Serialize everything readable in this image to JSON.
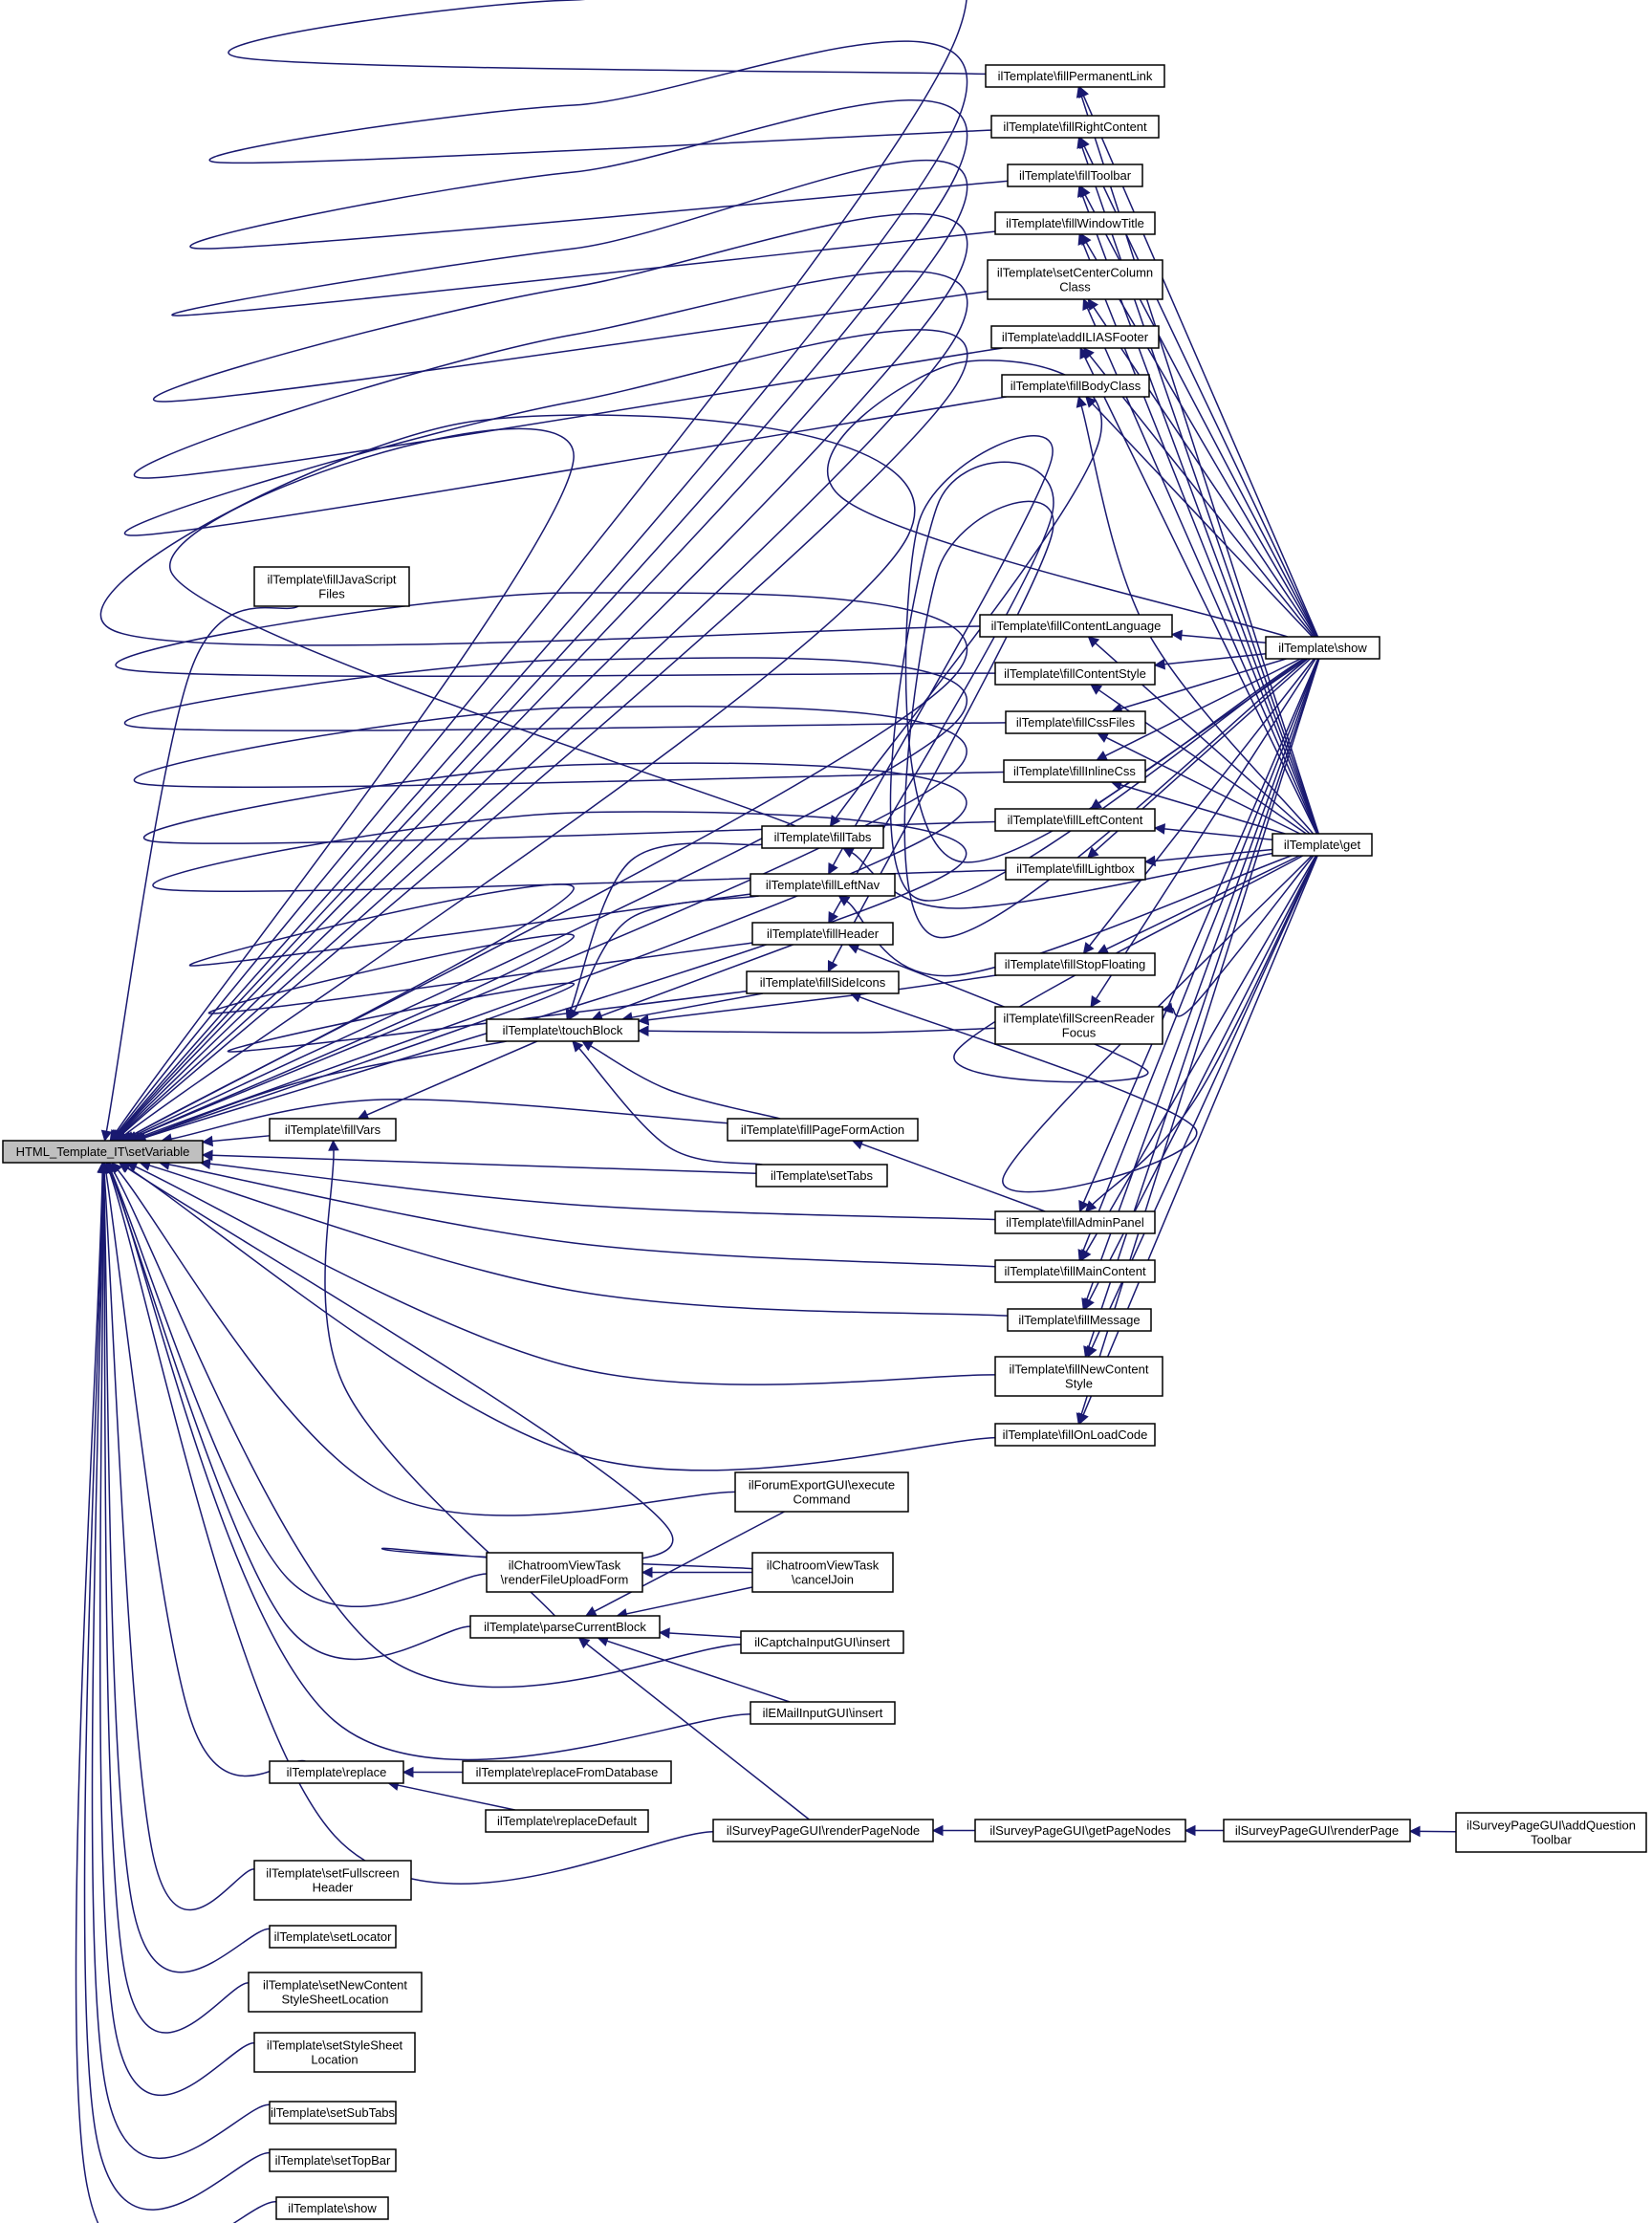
{
  "diagram": {
    "nodes": [
      {
        "id": "root",
        "lines": [
          "HTML_Template_IT\\setVariable"
        ]
      },
      {
        "id": "fillPermanentLink",
        "lines": [
          "ilTemplate\\fillPermanentLink"
        ]
      },
      {
        "id": "fillRightContent",
        "lines": [
          "ilTemplate\\fillRightContent"
        ]
      },
      {
        "id": "fillToolbar",
        "lines": [
          "ilTemplate\\fillToolbar"
        ]
      },
      {
        "id": "fillWindowTitle",
        "lines": [
          "ilTemplate\\fillWindowTitle"
        ]
      },
      {
        "id": "setCenterColumnClass",
        "lines": [
          "ilTemplate\\setCenterColumn",
          "Class"
        ]
      },
      {
        "id": "addILIASFooter",
        "lines": [
          "ilTemplate\\addILIASFooter"
        ]
      },
      {
        "id": "fillBodyClass",
        "lines": [
          "ilTemplate\\fillBodyClass"
        ]
      },
      {
        "id": "fillJavaScriptFiles",
        "lines": [
          "ilTemplate\\fillJavaScript",
          "Files"
        ]
      },
      {
        "id": "fillContentLanguage",
        "lines": [
          "ilTemplate\\fillContentLanguage"
        ]
      },
      {
        "id": "fillContentStyle",
        "lines": [
          "ilTemplate\\fillContentStyle"
        ]
      },
      {
        "id": "fillCssFiles",
        "lines": [
          "ilTemplate\\fillCssFiles"
        ]
      },
      {
        "id": "fillInlineCss",
        "lines": [
          "ilTemplate\\fillInlineCss"
        ]
      },
      {
        "id": "fillLeftContent",
        "lines": [
          "ilTemplate\\fillLeftContent"
        ]
      },
      {
        "id": "fillLightbox",
        "lines": [
          "ilTemplate\\fillLightbox"
        ]
      },
      {
        "id": "fillTabs",
        "lines": [
          "ilTemplate\\fillTabs"
        ]
      },
      {
        "id": "fillLeftNav",
        "lines": [
          "ilTemplate\\fillLeftNav"
        ]
      },
      {
        "id": "fillHeader",
        "lines": [
          "ilTemplate\\fillHeader"
        ]
      },
      {
        "id": "fillSideIcons",
        "lines": [
          "ilTemplate\\fillSideIcons"
        ]
      },
      {
        "id": "fillStopFloating",
        "lines": [
          "ilTemplate\\fillStopFloating"
        ]
      },
      {
        "id": "fillScreenReaderFocus",
        "lines": [
          "ilTemplate\\fillScreenReader",
          "Focus"
        ]
      },
      {
        "id": "touchBlock",
        "lines": [
          "ilTemplate\\touchBlock"
        ]
      },
      {
        "id": "fillVars",
        "lines": [
          "ilTemplate\\fillVars"
        ]
      },
      {
        "id": "fillPageFormAction",
        "lines": [
          "ilTemplate\\fillPageFormAction"
        ]
      },
      {
        "id": "setTabs",
        "lines": [
          "ilTemplate\\setTabs"
        ]
      },
      {
        "id": "fillAdminPanel",
        "lines": [
          "ilTemplate\\fillAdminPanel"
        ]
      },
      {
        "id": "fillMainContent",
        "lines": [
          "ilTemplate\\fillMainContent"
        ]
      },
      {
        "id": "fillMessage",
        "lines": [
          "ilTemplate\\fillMessage"
        ]
      },
      {
        "id": "fillNewContentStyle",
        "lines": [
          "ilTemplate\\fillNewContent",
          "Style"
        ]
      },
      {
        "id": "fillOnLoadCode",
        "lines": [
          "ilTemplate\\fillOnLoadCode"
        ]
      },
      {
        "id": "show_r",
        "lines": [
          "ilTemplate\\show"
        ]
      },
      {
        "id": "get",
        "lines": [
          "ilTemplate\\get"
        ]
      },
      {
        "id": "forumExecute",
        "lines": [
          "ilForumExportGUI\\execute",
          "Command"
        ]
      },
      {
        "id": "renderFileUploadForm",
        "lines": [
          "ilChatroomViewTask",
          "\\renderFileUploadForm"
        ]
      },
      {
        "id": "cancelJoin",
        "lines": [
          "ilChatroomViewTask",
          "\\cancelJoin"
        ]
      },
      {
        "id": "parseCurrentBlock",
        "lines": [
          "ilTemplate\\parseCurrentBlock"
        ]
      },
      {
        "id": "captchaInsert",
        "lines": [
          "ilCaptchaInputGUI\\insert"
        ]
      },
      {
        "id": "emailInsert",
        "lines": [
          "ilEMailInputGUI\\insert"
        ]
      },
      {
        "id": "replace",
        "lines": [
          "ilTemplate\\replace"
        ]
      },
      {
        "id": "replaceFromDatabase",
        "lines": [
          "ilTemplate\\replaceFromDatabase"
        ]
      },
      {
        "id": "replaceDefault",
        "lines": [
          "ilTemplate\\replaceDefault"
        ]
      },
      {
        "id": "renderPageNode",
        "lines": [
          "ilSurveyPageGUI\\renderPageNode"
        ]
      },
      {
        "id": "getPageNodes",
        "lines": [
          "ilSurveyPageGUI\\getPageNodes"
        ]
      },
      {
        "id": "renderPage",
        "lines": [
          "ilSurveyPageGUI\\renderPage"
        ]
      },
      {
        "id": "addQuestionToolbar",
        "lines": [
          "ilSurveyPageGUI\\addQuestion",
          "Toolbar"
        ]
      },
      {
        "id": "setFullscreenHeader",
        "lines": [
          "ilTemplate\\setFullscreen",
          "Header"
        ]
      },
      {
        "id": "setLocator",
        "lines": [
          "ilTemplate\\setLocator"
        ]
      },
      {
        "id": "setNewContentStyleSheetLocation",
        "lines": [
          "ilTemplate\\setNewContent",
          "StyleSheetLocation"
        ]
      },
      {
        "id": "setStyleSheetLocation",
        "lines": [
          "ilTemplate\\setStyleSheet",
          "Location"
        ]
      },
      {
        "id": "setSubTabs",
        "lines": [
          "ilTemplate\\setSubTabs"
        ]
      },
      {
        "id": "setTopBar",
        "lines": [
          "ilTemplate\\setTopBar"
        ]
      },
      {
        "id": "show_l",
        "lines": [
          "ilTemplate\\show"
        ]
      }
    ],
    "edges": [
      [
        "fillPermanentLink",
        "root"
      ],
      [
        "fillRightContent",
        "root"
      ],
      [
        "fillToolbar",
        "root"
      ],
      [
        "fillWindowTitle",
        "root"
      ],
      [
        "setCenterColumnClass",
        "root"
      ],
      [
        "addILIASFooter",
        "root"
      ],
      [
        "fillBodyClass",
        "root"
      ],
      [
        "fillJavaScriptFiles",
        "root"
      ],
      [
        "fillContentLanguage",
        "root"
      ],
      [
        "fillContentStyle",
        "root"
      ],
      [
        "fillCssFiles",
        "root"
      ],
      [
        "fillInlineCss",
        "root"
      ],
      [
        "fillLeftContent",
        "root"
      ],
      [
        "fillLightbox",
        "root"
      ],
      [
        "fillTabs",
        "root"
      ],
      [
        "fillLeftNav",
        "root"
      ],
      [
        "fillHeader",
        "root"
      ],
      [
        "fillSideIcons",
        "root"
      ],
      [
        "touchBlock",
        "root"
      ],
      [
        "fillVars",
        "root"
      ],
      [
        "fillPageFormAction",
        "root"
      ],
      [
        "setTabs",
        "root"
      ],
      [
        "fillAdminPanel",
        "root"
      ],
      [
        "fillMainContent",
        "root"
      ],
      [
        "fillMessage",
        "root"
      ],
      [
        "fillNewContentStyle",
        "root"
      ],
      [
        "fillOnLoadCode",
        "root"
      ],
      [
        "forumExecute",
        "root"
      ],
      [
        "renderFileUploadForm",
        "root"
      ],
      [
        "cancelJoin",
        "root"
      ],
      [
        "parseCurrentBlock",
        "root"
      ],
      [
        "captchaInsert",
        "root"
      ],
      [
        "emailInsert",
        "root"
      ],
      [
        "replace",
        "root"
      ],
      [
        "renderPageNode",
        "root"
      ],
      [
        "setFullscreenHeader",
        "root"
      ],
      [
        "setLocator",
        "root"
      ],
      [
        "setNewContentStyleSheetLocation",
        "root"
      ],
      [
        "setStyleSheetLocation",
        "root"
      ],
      [
        "setSubTabs",
        "root"
      ],
      [
        "setTopBar",
        "root"
      ],
      [
        "show_l",
        "root"
      ],
      [
        "touchBlock",
        "fillVars"
      ],
      [
        "parseCurrentBlock",
        "fillVars"
      ],
      [
        "fillTabs",
        "touchBlock"
      ],
      [
        "fillLeftNav",
        "touchBlock"
      ],
      [
        "fillHeader",
        "touchBlock"
      ],
      [
        "fillSideIcons",
        "touchBlock"
      ],
      [
        "fillStopFloating",
        "touchBlock"
      ],
      [
        "fillScreenReaderFocus",
        "touchBlock"
      ],
      [
        "fillPageFormAction",
        "touchBlock"
      ],
      [
        "setTabs",
        "touchBlock"
      ],
      [
        "show_r",
        "fillPermanentLink"
      ],
      [
        "get",
        "fillPermanentLink"
      ],
      [
        "show_r",
        "fillRightContent"
      ],
      [
        "get",
        "fillRightContent"
      ],
      [
        "show_r",
        "fillToolbar"
      ],
      [
        "get",
        "fillToolbar"
      ],
      [
        "show_r",
        "fillWindowTitle"
      ],
      [
        "get",
        "fillWindowTitle"
      ],
      [
        "show_r",
        "setCenterColumnClass"
      ],
      [
        "get",
        "setCenterColumnClass"
      ],
      [
        "show_r",
        "addILIASFooter"
      ],
      [
        "get",
        "addILIASFooter"
      ],
      [
        "show_r",
        "fillBodyClass"
      ],
      [
        "get",
        "fillBodyClass"
      ],
      [
        "show_r",
        "fillContentLanguage"
      ],
      [
        "get",
        "fillContentLanguage"
      ],
      [
        "show_r",
        "fillContentStyle"
      ],
      [
        "get",
        "fillContentStyle"
      ],
      [
        "show_r",
        "fillCssFiles"
      ],
      [
        "get",
        "fillCssFiles"
      ],
      [
        "show_r",
        "fillInlineCss"
      ],
      [
        "get",
        "fillInlineCss"
      ],
      [
        "show_r",
        "fillLeftContent"
      ],
      [
        "get",
        "fillLeftContent"
      ],
      [
        "show_r",
        "fillLightbox"
      ],
      [
        "get",
        "fillLightbox"
      ],
      [
        "show_r",
        "fillTabs"
      ],
      [
        "get",
        "fillTabs"
      ],
      [
        "show_r",
        "fillLeftNav"
      ],
      [
        "get",
        "fillLeftNav"
      ],
      [
        "show_r",
        "fillHeader"
      ],
      [
        "get",
        "fillHeader"
      ],
      [
        "show_r",
        "fillSideIcons"
      ],
      [
        "get",
        "fillSideIcons"
      ],
      [
        "show_r",
        "fillStopFloating"
      ],
      [
        "get",
        "fillStopFloating"
      ],
      [
        "show_r",
        "fillScreenReaderFocus"
      ],
      [
        "get",
        "fillScreenReaderFocus"
      ],
      [
        "fillAdminPanel",
        "fillPageFormAction"
      ],
      [
        "show_r",
        "fillAdminPanel"
      ],
      [
        "get",
        "fillAdminPanel"
      ],
      [
        "show_r",
        "fillMainContent"
      ],
      [
        "get",
        "fillMainContent"
      ],
      [
        "show_r",
        "fillMessage"
      ],
      [
        "get",
        "fillMessage"
      ],
      [
        "show_r",
        "fillNewContentStyle"
      ],
      [
        "get",
        "fillNewContentStyle"
      ],
      [
        "show_r",
        "fillOnLoadCode"
      ],
      [
        "get",
        "fillOnLoadCode"
      ],
      [
        "cancelJoin",
        "renderFileUploadForm"
      ],
      [
        "forumExecute",
        "parseCurrentBlock"
      ],
      [
        "cancelJoin",
        "parseCurrentBlock"
      ],
      [
        "captchaInsert",
        "parseCurrentBlock"
      ],
      [
        "emailInsert",
        "parseCurrentBlock"
      ],
      [
        "renderPageNode",
        "parseCurrentBlock"
      ],
      [
        "replaceFromDatabase",
        "replace"
      ],
      [
        "replaceDefault",
        "replace"
      ],
      [
        "getPageNodes",
        "renderPageNode"
      ],
      [
        "renderPage",
        "getPageNodes"
      ],
      [
        "addQuestionToolbar",
        "renderPage"
      ]
    ]
  }
}
